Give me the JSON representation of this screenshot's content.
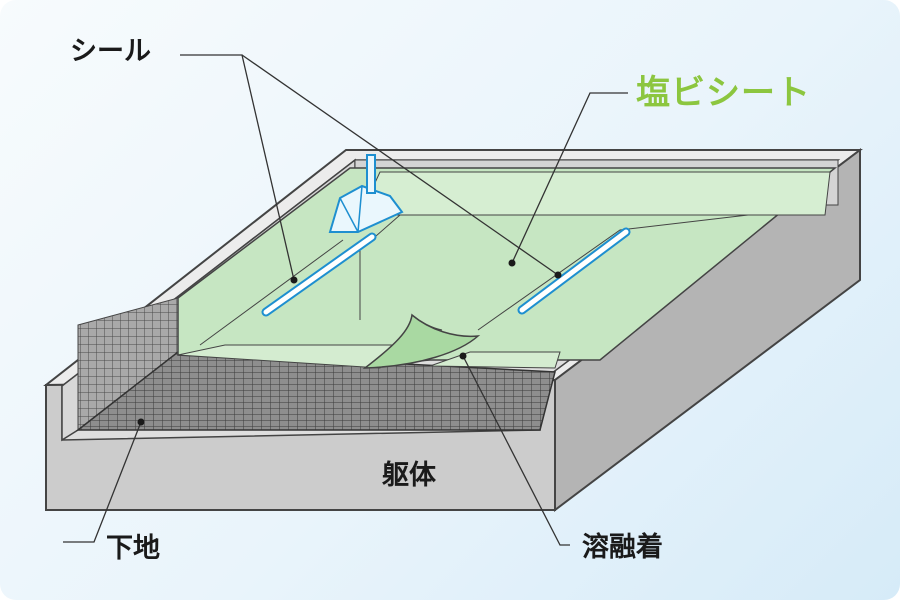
{
  "labels": {
    "seal": "シール",
    "pvc_sheet": "塩ビシート",
    "structure": "躯体",
    "substrate": "下地",
    "fusion_weld": "溶融着"
  },
  "colors": {
    "background": "#eaf4fb",
    "sheet_fill": "#c8e8c4",
    "sheet_label": "#8cc63f",
    "concrete": "#c9c9c9",
    "substrate_mesh": "#555555",
    "seal_line": "#2aa5e0"
  }
}
